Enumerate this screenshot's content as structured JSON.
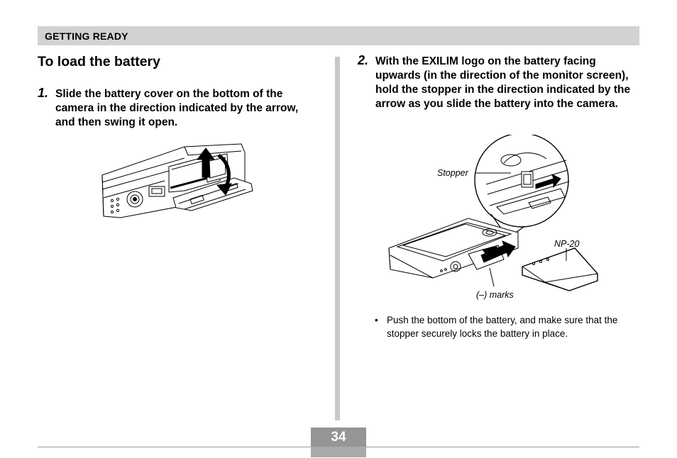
{
  "header": {
    "section_label": "GETTING READY"
  },
  "title": "To load the battery",
  "steps": [
    {
      "number": "1.",
      "text": "Slide the battery cover on the bottom of the camera in the direction indicated by the arrow, and then swing it open."
    },
    {
      "number": "2.",
      "text": "With the EXILIM logo on the battery facing upwards (in the direction of the monitor screen), hold the stopper in the direction indicated by the arrow as you slide the battery into the camera."
    }
  ],
  "figure_callouts": {
    "stopper": "Stopper",
    "battery_model": "NP-20",
    "minus_marks": "(–) marks"
  },
  "bullets": [
    {
      "symbol": "•",
      "text": "Push the bottom of the battery, and make sure that the stopper securely locks the battery in place."
    }
  ],
  "page_number": "34"
}
